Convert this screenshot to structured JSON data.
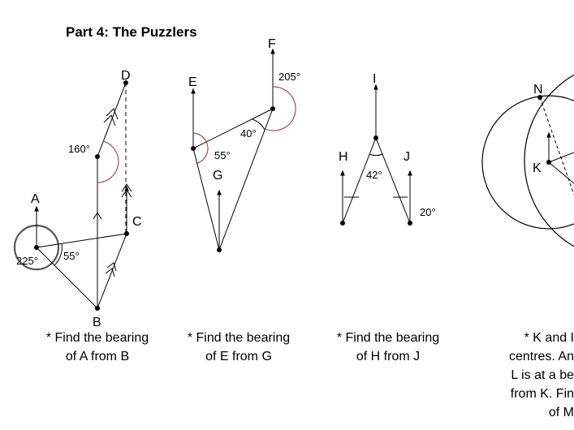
{
  "title": "Part 4: The Puzzlers",
  "puzzle1": {
    "points": {
      "A": "A",
      "B": "B",
      "C": "C",
      "D": "D"
    },
    "angles": {
      "a225": "225°",
      "a55": "55°",
      "a160": "160°"
    },
    "caption": [
      "* Find the bearing",
      "of A from B"
    ]
  },
  "puzzle2": {
    "points": {
      "E": "E",
      "F": "F",
      "G": "G"
    },
    "angles": {
      "a205": "205°",
      "a40": "40°",
      "a55": "55°"
    },
    "caption": [
      "* Find the bearing",
      "of E from G"
    ]
  },
  "puzzle3": {
    "points": {
      "H": "H",
      "I": "I",
      "J": "J"
    },
    "angles": {
      "a42": "42°",
      "a20": "20°"
    },
    "caption": [
      "* Find the bearing",
      "of H from J"
    ]
  },
  "puzzle4": {
    "points": {
      "N": "N",
      "K": "K"
    },
    "caption": [
      "* K and I",
      "centres. An",
      "L is at a be",
      "from K. Fin",
      "of M"
    ]
  }
}
